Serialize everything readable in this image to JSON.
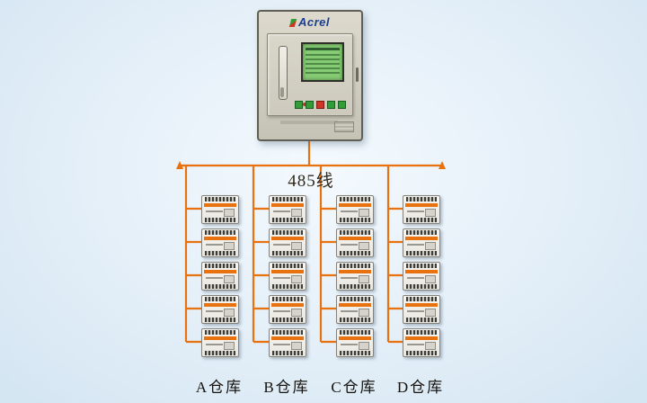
{
  "diagram": {
    "bus": {
      "label": "485线",
      "color": "#e8720f"
    },
    "cabinet": {
      "brand": "Acrel",
      "brand_color": "#1b3e8e",
      "screen_color": "#86cc74"
    },
    "columns": [
      {
        "label": "A仓库",
        "devices": 5
      },
      {
        "label": "B仓库",
        "devices": 5
      },
      {
        "label": "C仓库",
        "devices": 5
      },
      {
        "label": "D仓库",
        "devices": 5
      }
    ]
  }
}
